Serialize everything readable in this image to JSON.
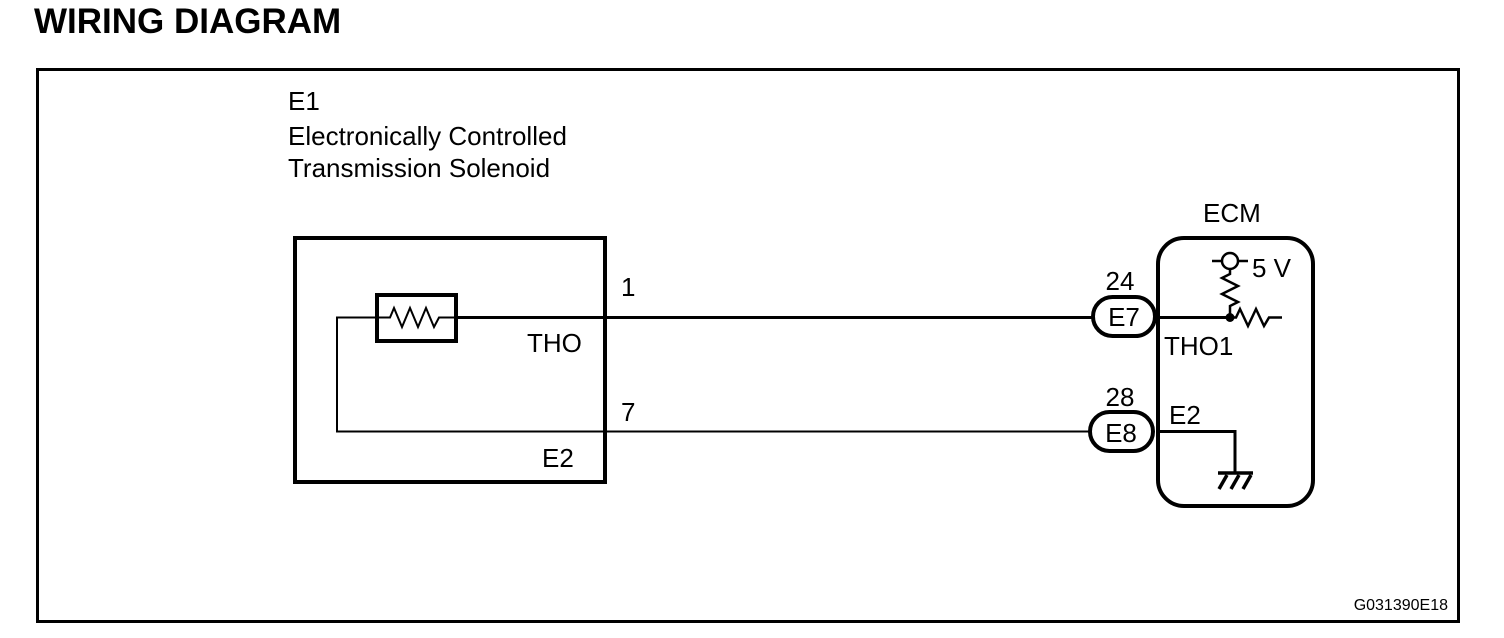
{
  "title": "WIRING DIAGRAM",
  "diagram": {
    "solenoid": {
      "connector_id": "E1",
      "name_line1": "Electronically Controlled",
      "name_line2": "Transmission Solenoid",
      "pin_tho": {
        "number": "1",
        "terminal": "THO"
      },
      "pin_e2": {
        "number": "7",
        "terminal": "E2"
      }
    },
    "ecm": {
      "title": "ECM",
      "voltage": "5 V",
      "pin_tho1": {
        "number": "24",
        "connector": "E7",
        "terminal": "THO1"
      },
      "pin_e2": {
        "number": "28",
        "connector": "E8",
        "terminal": "E2"
      }
    },
    "figure_code": "G031390E18",
    "icons": {
      "power_source": "power-source-circle",
      "resistor": "zigzag-resistor",
      "ground": "chassis-ground"
    },
    "colors": {
      "line": "#000000",
      "background": "#ffffff"
    }
  }
}
